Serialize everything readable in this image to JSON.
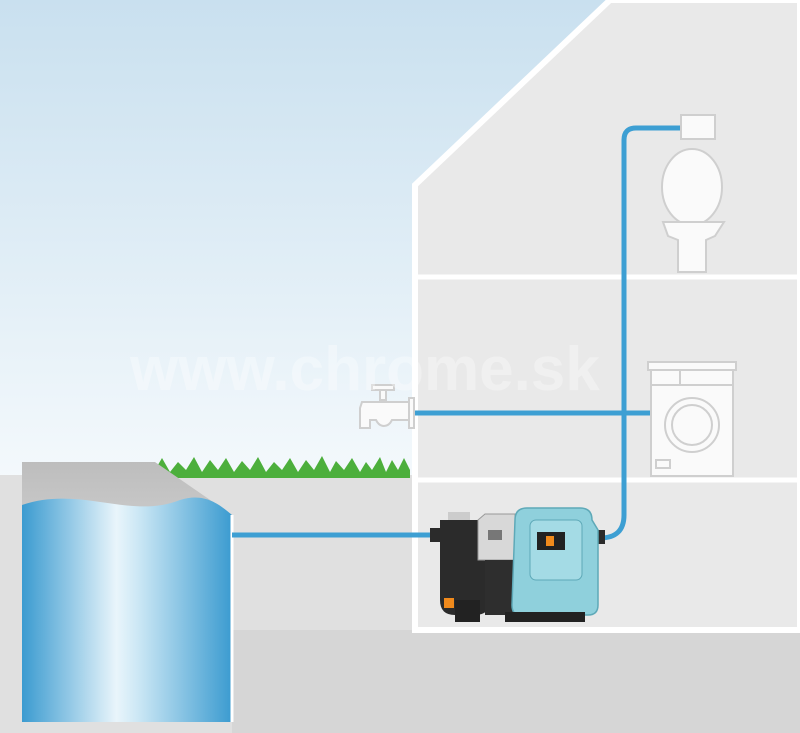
{
  "watermark": "www.chrome.sk",
  "colors": {
    "pipe": "#3d9fd3",
    "house": "#e9e9e9",
    "ground": "#dcdcdc",
    "pump_body": "#8fd0dc",
    "pump_dark": "#2b2b2b",
    "switch": "#f08a1c",
    "grass": "#4caf3c"
  },
  "elements": [
    "rain-water-tank",
    "garden-pump",
    "outdoor-tap",
    "washing-machine",
    "toilet",
    "house"
  ]
}
